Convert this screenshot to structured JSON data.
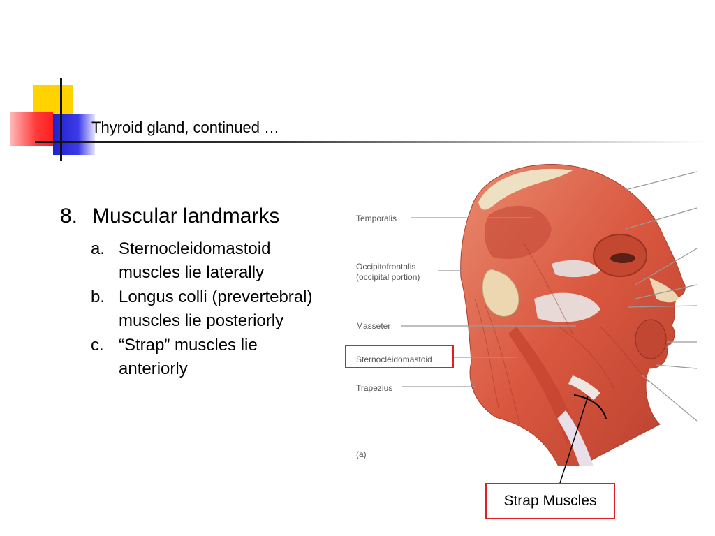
{
  "slide": {
    "title": "Thyroid gland, continued …",
    "heading_number": "8.",
    "heading_text": "Muscular landmarks",
    "items": [
      {
        "letter": "a.",
        "lines": [
          "Sternocleidomastoid",
          "muscles lie laterally"
        ]
      },
      {
        "letter": "b.",
        "lines": [
          "Longus colli (prevertebral)",
          "muscles lie posteriorly"
        ]
      },
      {
        "letter": "c.",
        "lines": [
          "“Strap” muscles lie",
          "anteriorly"
        ]
      }
    ]
  },
  "figure": {
    "labels": [
      "Temporalis",
      "Occipitofrontalis",
      "(occipital portion)",
      "Masseter",
      "Sternocleidomastoid",
      "Trapezius",
      "(a)"
    ],
    "callout": "Strap Muscles"
  },
  "colors": {
    "accent_red": "#e02020",
    "muscle": "#d9573f",
    "deco_yellow": "#ffd200",
    "deco_blue": "#2a2ad8"
  }
}
